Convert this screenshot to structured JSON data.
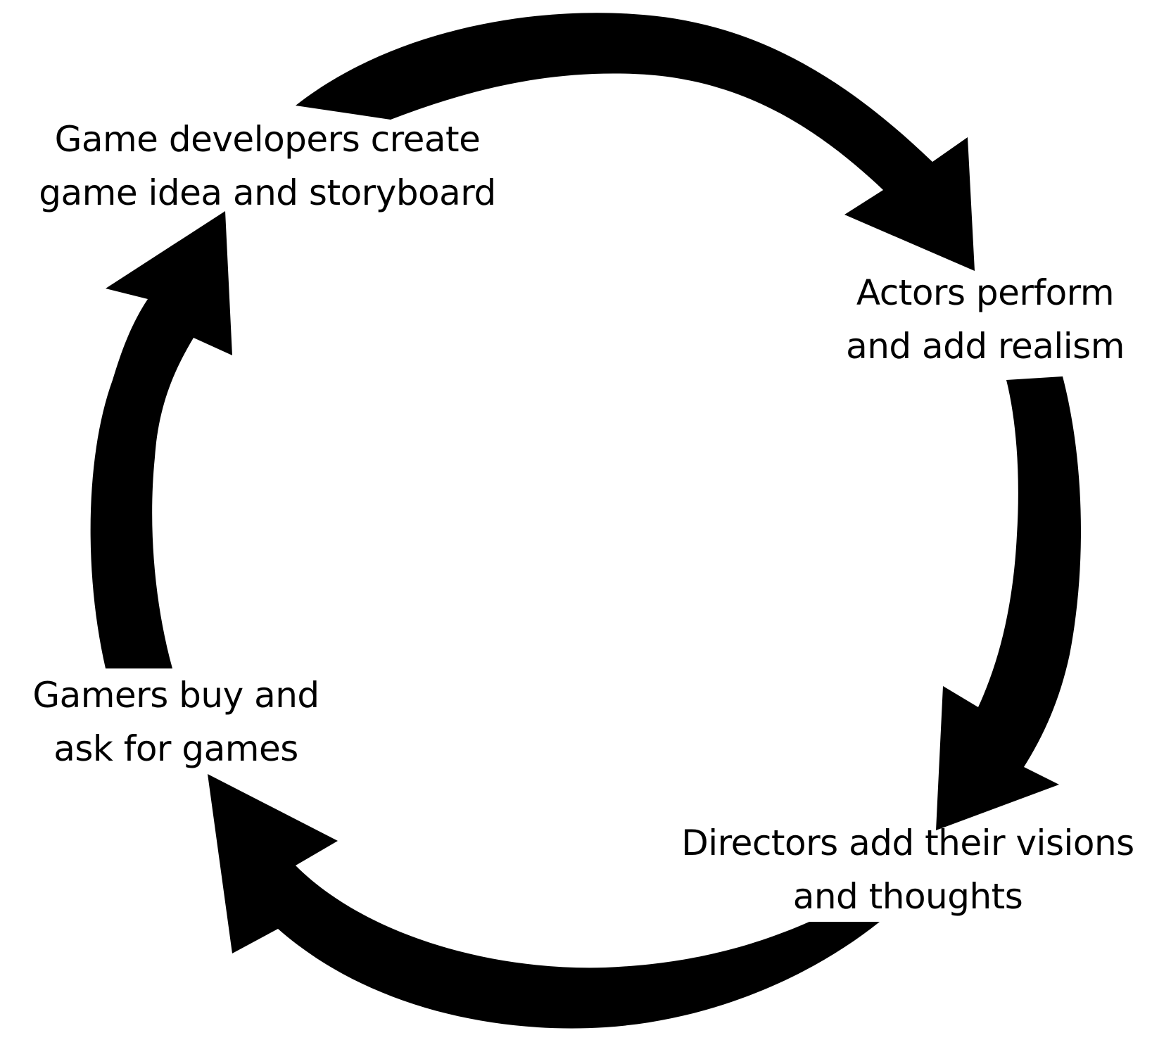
{
  "diagram": {
    "type": "cycle",
    "arrow_color": "#000000",
    "background": "#ffffff",
    "steps": [
      {
        "lines": [
          "Game developers create",
          "game idea and storyboard"
        ]
      },
      {
        "lines": [
          "Actors perform",
          "and add realism"
        ]
      },
      {
        "lines": [
          "Directors add their visions",
          "and thoughts"
        ]
      },
      {
        "lines": [
          "Gamers buy and",
          "ask for games"
        ]
      }
    ],
    "direction": "clockwise"
  }
}
